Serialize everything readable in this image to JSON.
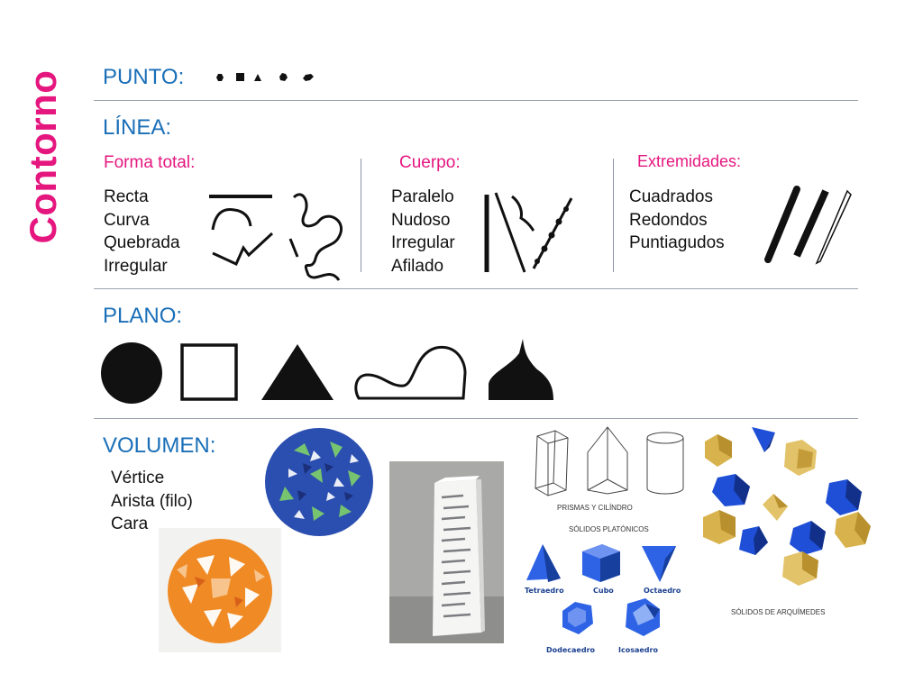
{
  "title": "Contorno",
  "punto": {
    "label": "PUNTO:"
  },
  "linea": {
    "label": "LÍNEA",
    "colon": ":",
    "forma_total": {
      "label": "Forma total:",
      "items": [
        "Recta",
        "Curva",
        "Quebrada",
        "Irregular"
      ]
    },
    "cuerpo": {
      "label": "Cuerpo:",
      "items": [
        "Paralelo",
        "Nudoso",
        "Irregular",
        "Afilado"
      ]
    },
    "extremidades": {
      "label": "Extremidades:",
      "items": [
        "Cuadrados",
        "Redondos",
        "Puntiagudos"
      ]
    }
  },
  "plano": {
    "label": "PLANO:"
  },
  "volumen": {
    "label": "VOLUMEN:",
    "items": [
      "Vértice",
      "Arista (filo)",
      "Cara"
    ],
    "captions": {
      "prismas": "PRISMAS Y CILÍNDRO",
      "platonicos": "SÓLIDOS PLATÓNICOS",
      "arquimedes": "SÓLIDOS DE ARQUÍMEDES"
    },
    "platonic_labels": [
      "Tetraedro",
      "Cubo",
      "Octaedro",
      "Dodecaedro",
      "Icosaedro"
    ]
  },
  "colors": {
    "accent": "#e5177f",
    "header": "#1a6fb8",
    "rule": "#9aa3b0",
    "solid_blue": "#1f4fd6",
    "gold": "#c9a24a"
  }
}
